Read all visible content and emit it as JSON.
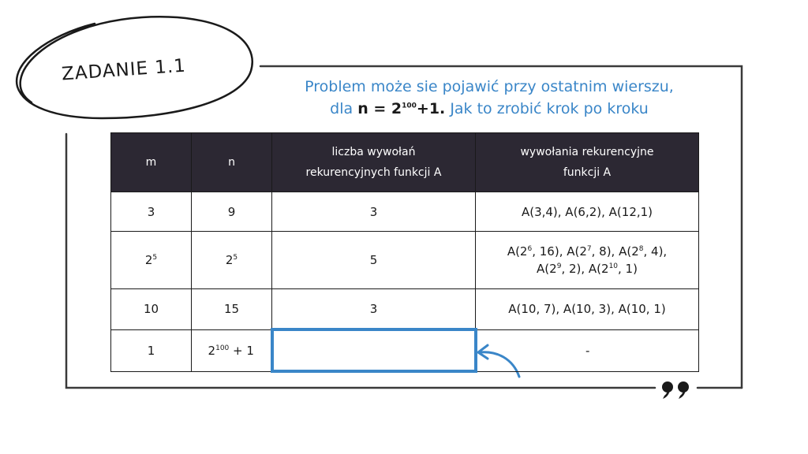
{
  "title": "ZADANIE 1.1",
  "note": {
    "line1": "Problem może sie pojawić przy ostatnim wierszu,",
    "line2_pre": "dla",
    "line2_n": "n = 2",
    "line2_exp": "100",
    "line2_plus": "+1.",
    "line2_post": "Jak to zrobić krok po kroku"
  },
  "table": {
    "headers": {
      "m": "m",
      "n": "n",
      "count_line1": "liczba wywołań",
      "count_line2": "rekurencyjnych funkcji A",
      "calls_line1": "wywołania rekurencyjne",
      "calls_line2": "funkcji A"
    },
    "row1": {
      "m": "3",
      "n": "9",
      "count": "3",
      "calls": "A(3,4), A(6,2), A(12,1)"
    },
    "row2": {
      "m_base": "2",
      "m_exp": "5",
      "n_base": "2",
      "n_exp": "5",
      "count": "5",
      "c1": "A(2",
      "e1": "6",
      "c2": ", 16), A(2",
      "e2": "7",
      "c3": ", 8), A(2",
      "e3": "8",
      "c4": ", 4),",
      "c5": "A(2",
      "e5": "9",
      "c6": ", 2), A(2",
      "e6": "10",
      "c7": ", 1)"
    },
    "row3": {
      "m": "10",
      "n": "15",
      "count": "3",
      "calls": "A(10, 7), A(10, 3), A(10, 1)"
    },
    "row4": {
      "m": "1",
      "n_base": "2",
      "n_exp": "100",
      "n_tail": " + 1",
      "count": "",
      "calls": "-"
    }
  },
  "colors": {
    "accent": "#3a86c8",
    "header_bg": "#2c2833",
    "ink": "#1a1a1a"
  }
}
